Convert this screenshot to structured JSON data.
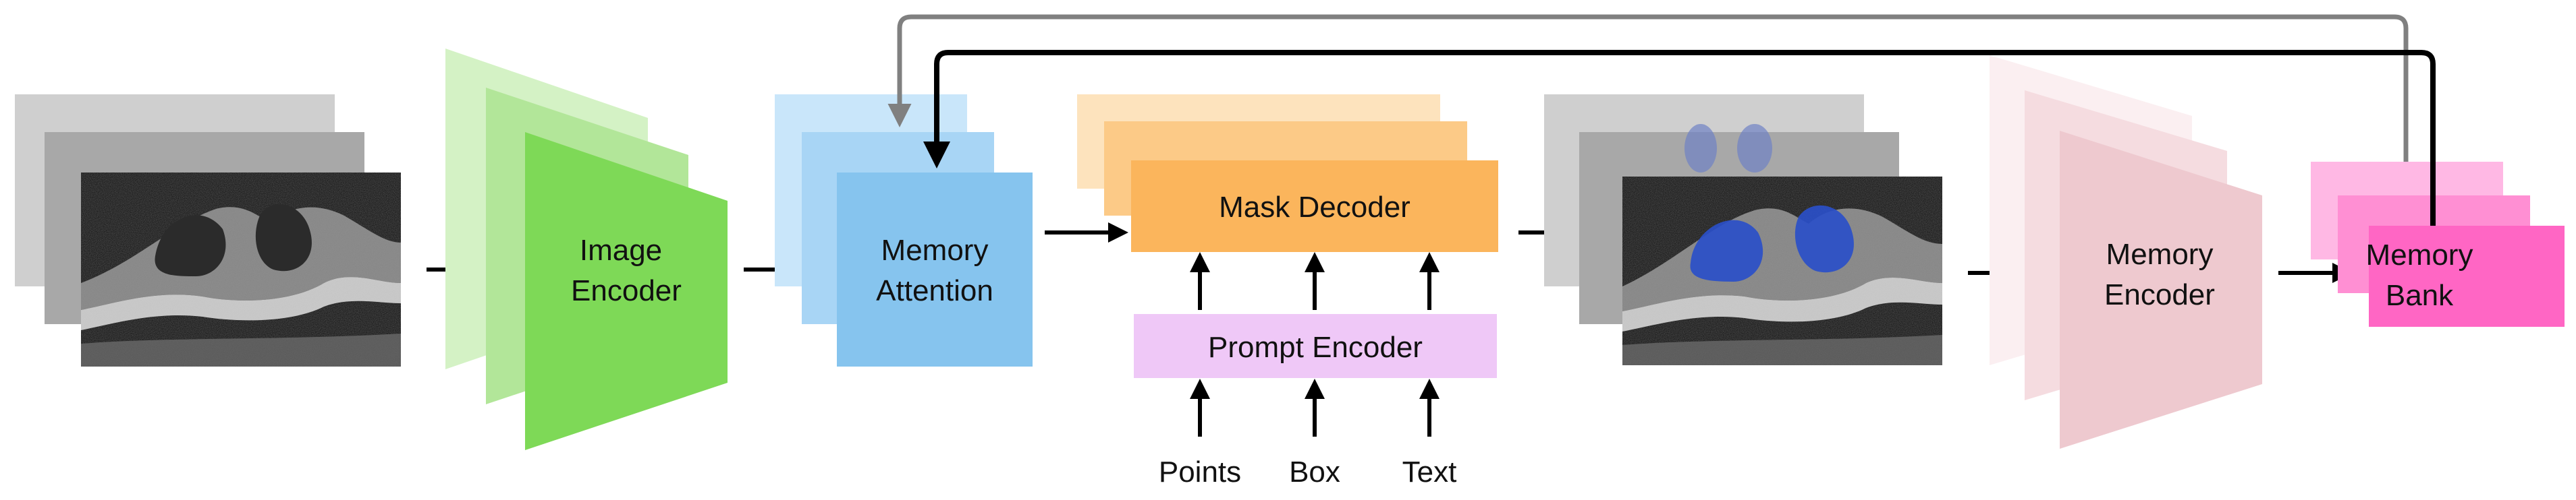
{
  "blocks": {
    "image_encoder": {
      "line1": "Image",
      "line2": "Encoder"
    },
    "memory_attention": {
      "line1": "Memory",
      "line2": "Attention"
    },
    "mask_decoder": {
      "label": "Mask Decoder"
    },
    "prompt_encoder": {
      "label": "Prompt Encoder"
    },
    "memory_encoder": {
      "line1": "Memory",
      "line2": "Encoder"
    },
    "memory_bank": {
      "line1": "Memory",
      "line2": "Bank"
    }
  },
  "prompts": [
    {
      "label": "Points"
    },
    {
      "label": "Box"
    },
    {
      "label": "Text"
    }
  ],
  "colors": {
    "image_encoder": "#7ed957",
    "image_encoder_light": "#c5eeb2",
    "memory_attention": "#86c4ee",
    "memory_attention_light": "#c9e6fa",
    "mask_decoder": "#fbb55c",
    "mask_decoder_light": "#fde3bd",
    "prompt_encoder": "#efc8f7",
    "memory_encoder": "#eec9cf",
    "memory_encoder_light": "#f9e6e9",
    "memory_bank": "#ff66c4",
    "memory_bank_light": "#ffb8e4",
    "arrow": "#000000",
    "feedback_arrow": "#808080",
    "segmentation": "#2a4fc8"
  }
}
